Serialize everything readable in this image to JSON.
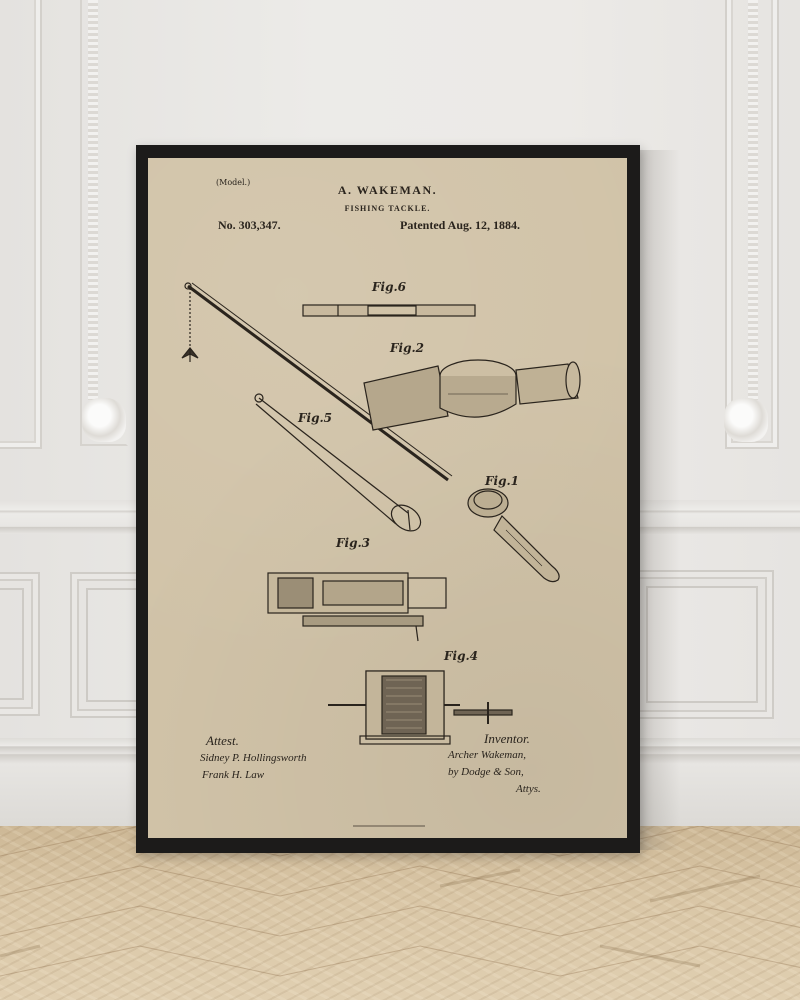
{
  "scene": {
    "description": "Framed vintage patent print leaning against a white paneled wall on a herringbone wood floor",
    "colors": {
      "wall": "#eceae7",
      "frame": "#1c1b1a",
      "paper": "#d1c3a8",
      "ink": "#2a241d",
      "floor": "#d9c6a6"
    }
  },
  "poster": {
    "model_label": "(Model.)",
    "inventor": "A. WAKEMAN.",
    "subject": "FISHING TACKLE.",
    "patent_number": "No. 303,347.",
    "patent_date": "Patented Aug. 12, 1884.",
    "figures": [
      {
        "label": "Fig.6",
        "description": "rod joint section"
      },
      {
        "label": "Fig.2",
        "description": "reel perspective"
      },
      {
        "label": "Fig.5",
        "description": "line guide"
      },
      {
        "label": "Fig.1",
        "description": "rod with reel"
      },
      {
        "label": "Fig.3",
        "description": "reel mechanism section"
      },
      {
        "label": "Fig.4",
        "description": "spool section"
      }
    ],
    "attest": {
      "heading": "Attest.",
      "signatures": [
        "Sidney P. Hollingsworth",
        "Frank H. Law"
      ]
    },
    "inventor_block": {
      "heading": "Inventor.",
      "lines": [
        "Archer Wakeman,",
        "by Dodge & Son,",
        "Attys."
      ]
    }
  }
}
